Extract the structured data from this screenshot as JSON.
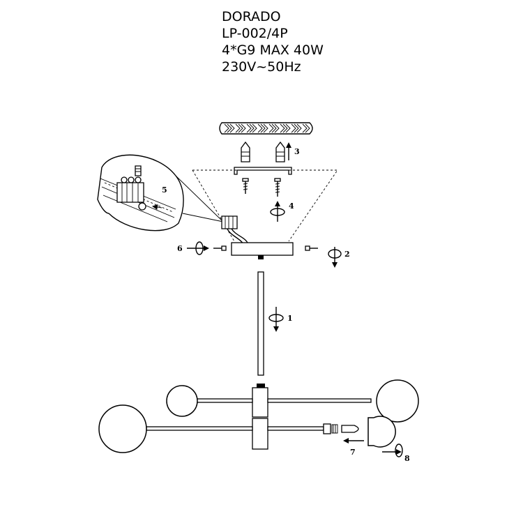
{
  "spec": {
    "model": "DORADO",
    "code": "LP-002/4P",
    "bulbs": "4*G9 MAX 40W",
    "power": "230V~50Hz"
  },
  "steps": {
    "s1": "1",
    "s2": "2",
    "s3": "3",
    "s4": "4",
    "s5": "5",
    "s6": "6",
    "s7": "7",
    "s8": "8"
  }
}
